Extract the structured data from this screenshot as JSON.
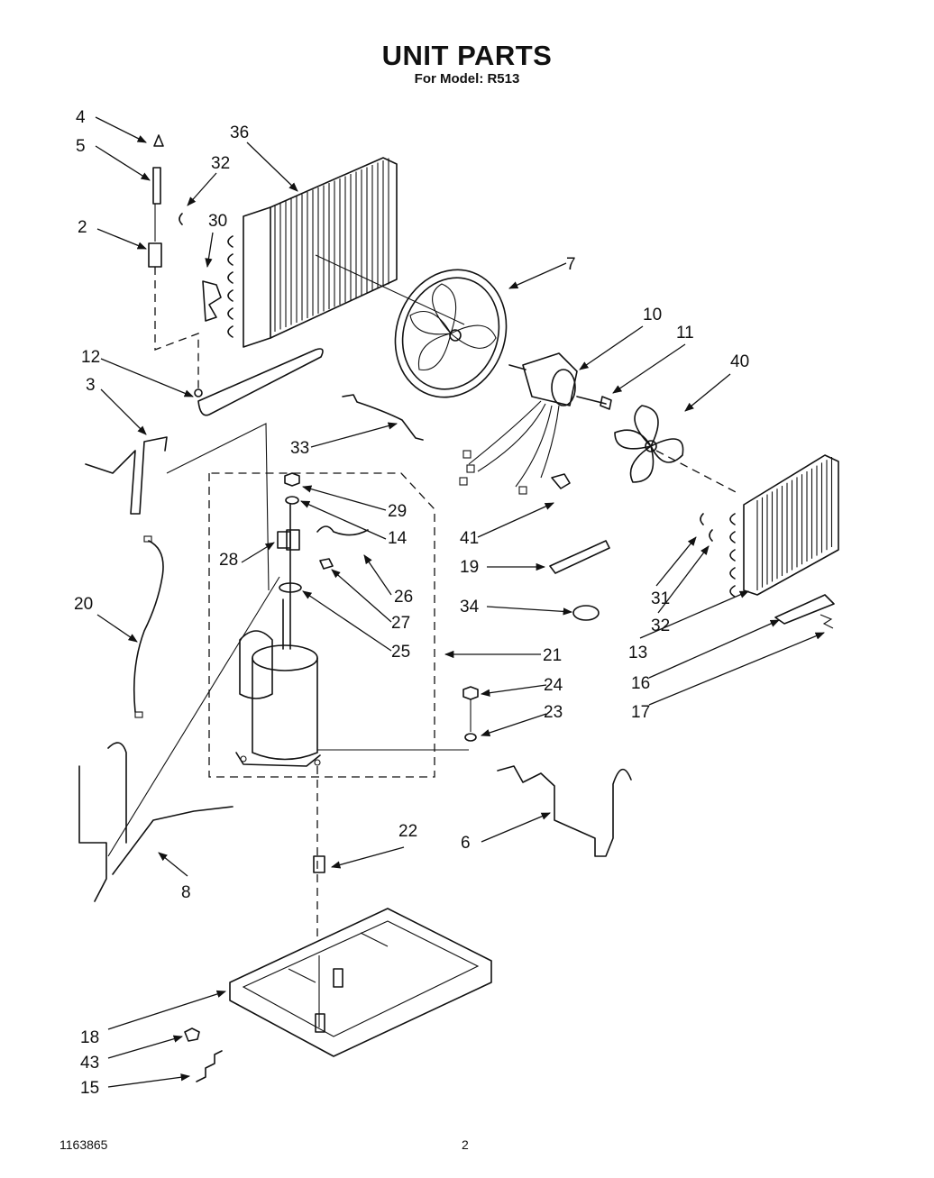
{
  "header": {
    "title": "UNIT PARTS",
    "model_line": "For Model: R513"
  },
  "footer": {
    "doc_number": "1163865",
    "page_number": "2"
  },
  "callouts": [
    {
      "id": "c4",
      "label": "4"
    },
    {
      "id": "c5",
      "label": "5"
    },
    {
      "id": "c2",
      "label": "2"
    },
    {
      "id": "c36",
      "label": "36"
    },
    {
      "id": "c32a",
      "label": "32"
    },
    {
      "id": "c30",
      "label": "30"
    },
    {
      "id": "c7",
      "label": "7"
    },
    {
      "id": "c10",
      "label": "10"
    },
    {
      "id": "c11",
      "label": "11"
    },
    {
      "id": "c40",
      "label": "40"
    },
    {
      "id": "c12",
      "label": "12"
    },
    {
      "id": "c3",
      "label": "3"
    },
    {
      "id": "c33",
      "label": "33"
    },
    {
      "id": "c29",
      "label": "29"
    },
    {
      "id": "c14",
      "label": "14"
    },
    {
      "id": "c28",
      "label": "28"
    },
    {
      "id": "c26",
      "label": "26"
    },
    {
      "id": "c27",
      "label": "27"
    },
    {
      "id": "c25",
      "label": "25"
    },
    {
      "id": "c21",
      "label": "21"
    },
    {
      "id": "c41",
      "label": "41"
    },
    {
      "id": "c19",
      "label": "19"
    },
    {
      "id": "c34",
      "label": "34"
    },
    {
      "id": "c31",
      "label": "31"
    },
    {
      "id": "c32b",
      "label": "32"
    },
    {
      "id": "c13",
      "label": "13"
    },
    {
      "id": "c16",
      "label": "16"
    },
    {
      "id": "c17",
      "label": "17"
    },
    {
      "id": "c20",
      "label": "20"
    },
    {
      "id": "c24",
      "label": "24"
    },
    {
      "id": "c23",
      "label": "23"
    },
    {
      "id": "c22",
      "label": "22"
    },
    {
      "id": "c6",
      "label": "6"
    },
    {
      "id": "c8",
      "label": "8"
    },
    {
      "id": "c18",
      "label": "18"
    },
    {
      "id": "c43",
      "label": "43"
    },
    {
      "id": "c15",
      "label": "15"
    }
  ]
}
